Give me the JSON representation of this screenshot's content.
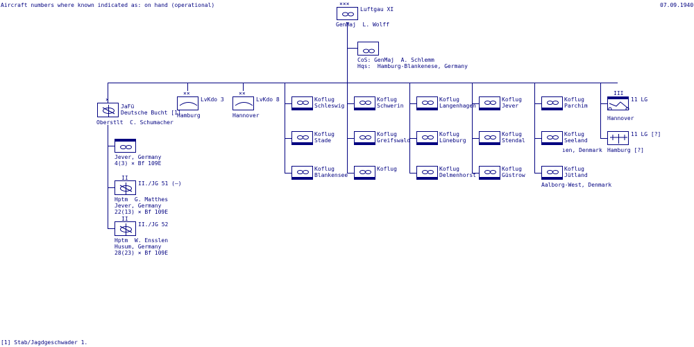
{
  "header": {
    "note": "Aircraft numbers where known indicated as: on hand (operational)",
    "date": "07.09.1940"
  },
  "footer": {
    "note": "[1] Stab/Jagdgeschwader 1."
  },
  "symbols": {
    "xxx": "×××",
    "xx": "××",
    "x": "×",
    "ii": "II",
    "iii": "III"
  },
  "colors": {
    "line": "#000080",
    "background": "#ffffff"
  },
  "top": {
    "name": "Luftgau XI",
    "commander": "GenMaj  L. Wolff"
  },
  "staff": {
    "cos": "CoS: GenMaj  A. Schlemm",
    "hqs": "Hqs:  Hamburg-Blankenese, Germany"
  },
  "jafu": {
    "name1": "JaFü",
    "name2": "Deutsche Bucht [1]",
    "commander": "Oberstlt  C. Schumacher",
    "units": [
      {
        "l1": "Jever, Germany",
        "l2": "4(3) × Bf 109E"
      },
      {
        "name": "II./JG 51 (–)",
        "l1": "Hptm  G. Matthes",
        "l2": "Jever, Germany",
        "l3": "22(13) × Bf 109E"
      },
      {
        "name": "II./JG 52",
        "l1": "Hptm  W. Ensslen",
        "l2": "Husum, Germany",
        "l3": "28(23) × Bf 109E"
      }
    ]
  },
  "lvkdo": [
    {
      "name": "LvKdo 3",
      "loc": "Hamburg"
    },
    {
      "name": "LvKdo 8",
      "loc": "Hannover"
    }
  ],
  "koflug_label": "Koflug",
  "koflug_columns": [
    [
      "Schleswig",
      "Stade",
      "Blankensee"
    ],
    [
      "Schwerin",
      "Greifswald",
      ""
    ],
    [
      "Langenhagen",
      "Lüneburg",
      "Delmenhorst"
    ],
    [
      "Jever",
      "Stendal",
      "Güstrow"
    ],
    [
      "Parchim",
      "Seeland",
      "Jütland"
    ]
  ],
  "koflug_extra": {
    "seeland_sub": "ıen, Denmark",
    "jutland_sub": "Aalborg-West, Denmark"
  },
  "lg": [
    {
      "name": "11 LG",
      "loc": "Hannover"
    },
    {
      "name": "11 LG [?]",
      "loc": "Hamburg [?]"
    }
  ]
}
